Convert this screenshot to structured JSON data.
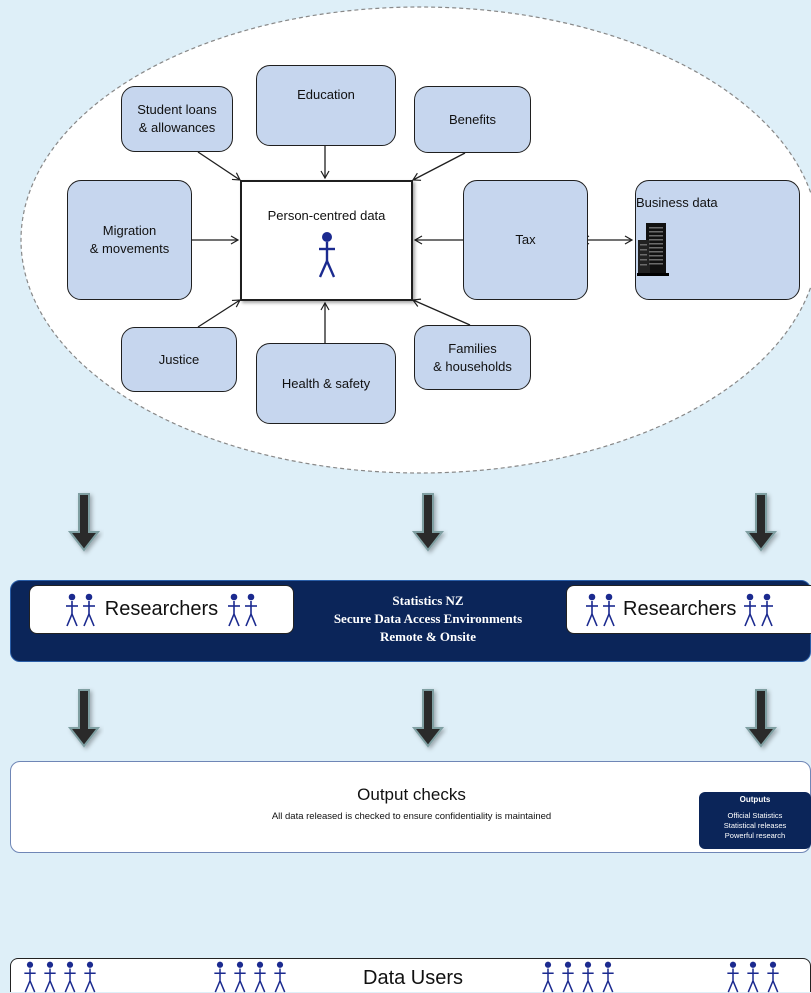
{
  "diagram": {
    "center_label": "Person-centred data",
    "sources": [
      {
        "id": "student-loans",
        "label": "Student loans\n& allowances"
      },
      {
        "id": "education",
        "label": "Education"
      },
      {
        "id": "benefits",
        "label": "Benefits"
      },
      {
        "id": "migration",
        "label": "Migration\n& movements"
      },
      {
        "id": "tax",
        "label": "Tax"
      },
      {
        "id": "justice",
        "label": "Justice"
      },
      {
        "id": "health",
        "label": "Health & safety"
      },
      {
        "id": "families",
        "label": "Families\n& households"
      }
    ],
    "business_label": "Business data"
  },
  "access": {
    "researchers_label": "Researchers",
    "title_line1": "Statistics NZ",
    "title_line2": "Secure Data Access Environments",
    "title_line3": "Remote & Onsite"
  },
  "output_checks": {
    "title": "Output checks",
    "subtitle": "All data released is checked to ensure confidentiality is maintained",
    "outputs": {
      "title": "Outputs",
      "line1": "Official Statistics",
      "line2": "Statistical releases",
      "line3": "Powerful research"
    }
  },
  "data_users": {
    "label": "Data Users"
  },
  "colors": {
    "background": "#deeff8",
    "source_box": "#c6d6ee",
    "navy_band": "#0b2559",
    "arrow_fill": "#2b2b2b",
    "arrow_edge": "#7f9fa2",
    "person": "#1b2a8f"
  }
}
